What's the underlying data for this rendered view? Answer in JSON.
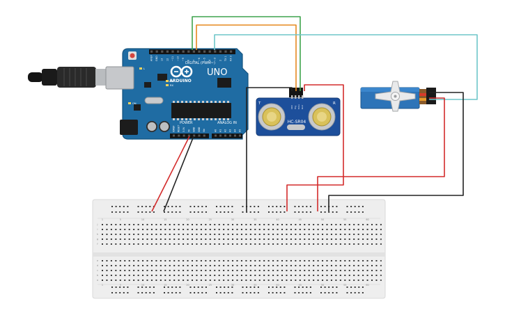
{
  "arduino": {
    "brand": "ARDUINO",
    "model": "UNO",
    "digital_label": "DIGITAL (PWM~)",
    "power_label": "POWER",
    "analog_label": "ANALOG IN",
    "pin_labels_top": [
      "AREF",
      "GND",
      "13",
      "12",
      "~11",
      "~10",
      "~9",
      "8",
      "7",
      "~6",
      "~5",
      "4",
      "~3",
      "2",
      "TX 1",
      "RX 0"
    ],
    "power_pins": [
      "IOREF",
      "RESET",
      "3.3V",
      "5V",
      "GND",
      "GND",
      "Vin"
    ],
    "analog_pins": [
      "A0",
      "A1",
      "A2",
      "A3",
      "A4",
      "A5"
    ],
    "led_labels": [
      "L",
      "TX",
      "RX",
      "ON"
    ]
  },
  "sensor": {
    "model": "HC-SR04",
    "left_eye": "T",
    "right_eye": "R",
    "pins": [
      "VCC",
      "Trig",
      "Echo",
      "Gnd"
    ]
  },
  "breadboard": {
    "row_labels": [
      "a",
      "b",
      "c",
      "d",
      "e",
      "f",
      "g",
      "h",
      "i",
      "j"
    ],
    "column_marks": [
      "1",
      "5",
      "10",
      "15",
      "20",
      "25",
      "30",
      "35",
      "40",
      "45",
      "50",
      "55",
      "60"
    ]
  },
  "wire_colors": {
    "red": "#d32b2b",
    "black": "#222222",
    "green": "#3fa34d",
    "orange": "#e6891f",
    "teal": "#6ec6c9"
  },
  "board_color": "#1f6ca3",
  "sensor_color": "#1d4f9b",
  "servo_color": "#2d74b8"
}
